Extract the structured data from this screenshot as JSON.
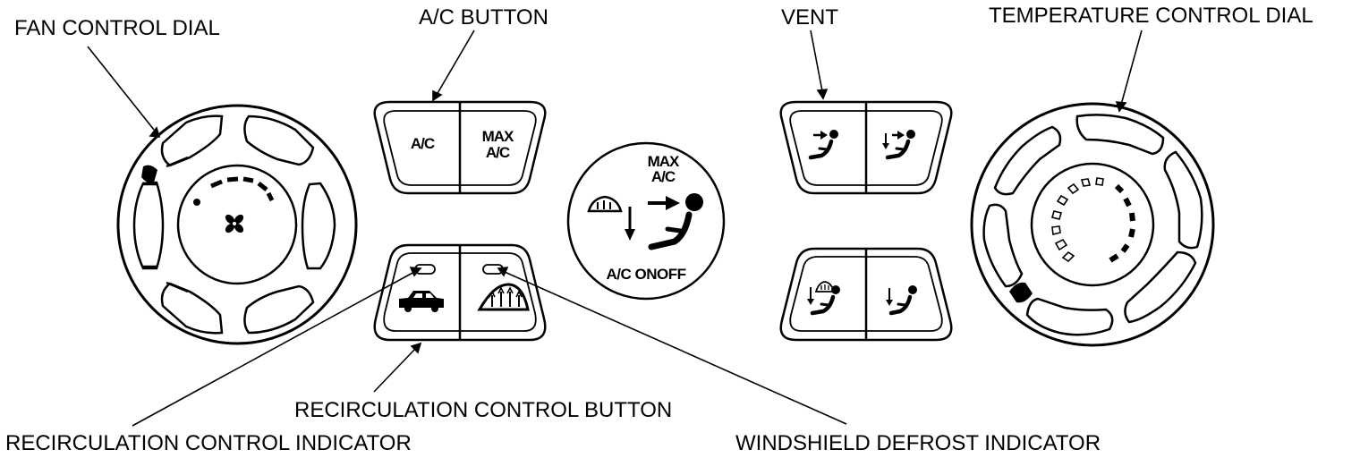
{
  "callouts": {
    "fan_control_dial": "FAN CONTROL DIAL",
    "ac_button": "A/C BUTTON",
    "vent": "VENT",
    "temperature_control_dial": "TEMPERATURE CONTROL DIAL",
    "recirculation_control_button": "RECIRCULATION CONTROL BUTTON",
    "recirculation_control_indicator": "RECIRCULATION CONTROL INDICATOR",
    "windshield_defrost_indicator": "WINDSHIELD DEFROST INDICATOR"
  },
  "buttons": {
    "ac": "A/C",
    "max_ac_line1": "MAX",
    "max_ac_line2": "A/C"
  },
  "center_display": {
    "max_line1": "MAX",
    "max_line2": "A/C",
    "status": "A/C ONOFF"
  },
  "icons": {
    "fan_dial": "fan-icon",
    "recirculation": "car-recirculation-icon",
    "windshield_defrost": "windshield-defrost-icon",
    "vent_mode": "vent-mode-icon",
    "bilevel_mode": "bilevel-mode-icon",
    "floor_defrost_mode": "floor-defrost-mode-icon",
    "floor_mode": "floor-mode-icon"
  },
  "colors": {
    "line": "#000000",
    "background": "#ffffff"
  }
}
